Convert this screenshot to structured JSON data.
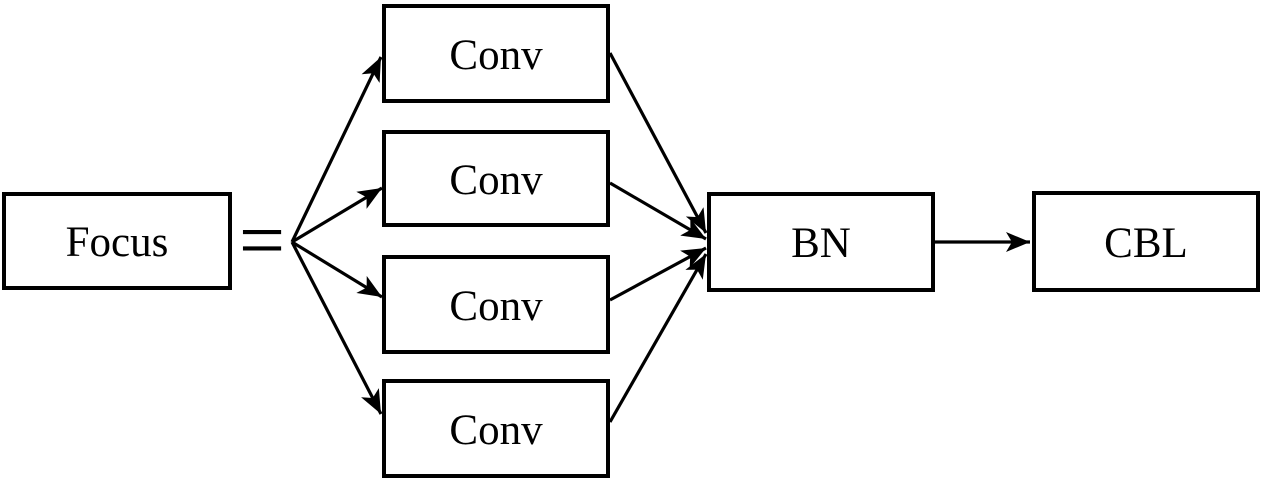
{
  "diagram": {
    "type": "flow-diagram",
    "description_of_content": "Focus module equals four parallel Conv blocks merged into BN followed by CBL",
    "nodes": {
      "focus": {
        "label": "Focus"
      },
      "conv1": {
        "label": "Conv"
      },
      "conv2": {
        "label": "Conv"
      },
      "conv3": {
        "label": "Conv"
      },
      "conv4": {
        "label": "Conv"
      },
      "bn": {
        "label": "BN"
      },
      "cbl": {
        "label": "CBL"
      }
    },
    "operator": {
      "equals": "="
    },
    "edges": [
      {
        "from": "focus-split-point",
        "to": "conv1",
        "arrow": true
      },
      {
        "from": "focus-split-point",
        "to": "conv2",
        "arrow": true
      },
      {
        "from": "focus-split-point",
        "to": "conv3",
        "arrow": true
      },
      {
        "from": "focus-split-point",
        "to": "conv4",
        "arrow": true
      },
      {
        "from": "conv1",
        "to": "bn",
        "arrow": true
      },
      {
        "from": "conv2",
        "to": "bn",
        "arrow": true
      },
      {
        "from": "conv3",
        "to": "bn",
        "arrow": true
      },
      {
        "from": "conv4",
        "to": "bn",
        "arrow": true
      },
      {
        "from": "bn",
        "to": "cbl",
        "arrow": true
      }
    ],
    "colors": {
      "background": "#ffffff",
      "box_fill": "#ffffff",
      "stroke": "#000000",
      "text": "#000000"
    }
  }
}
